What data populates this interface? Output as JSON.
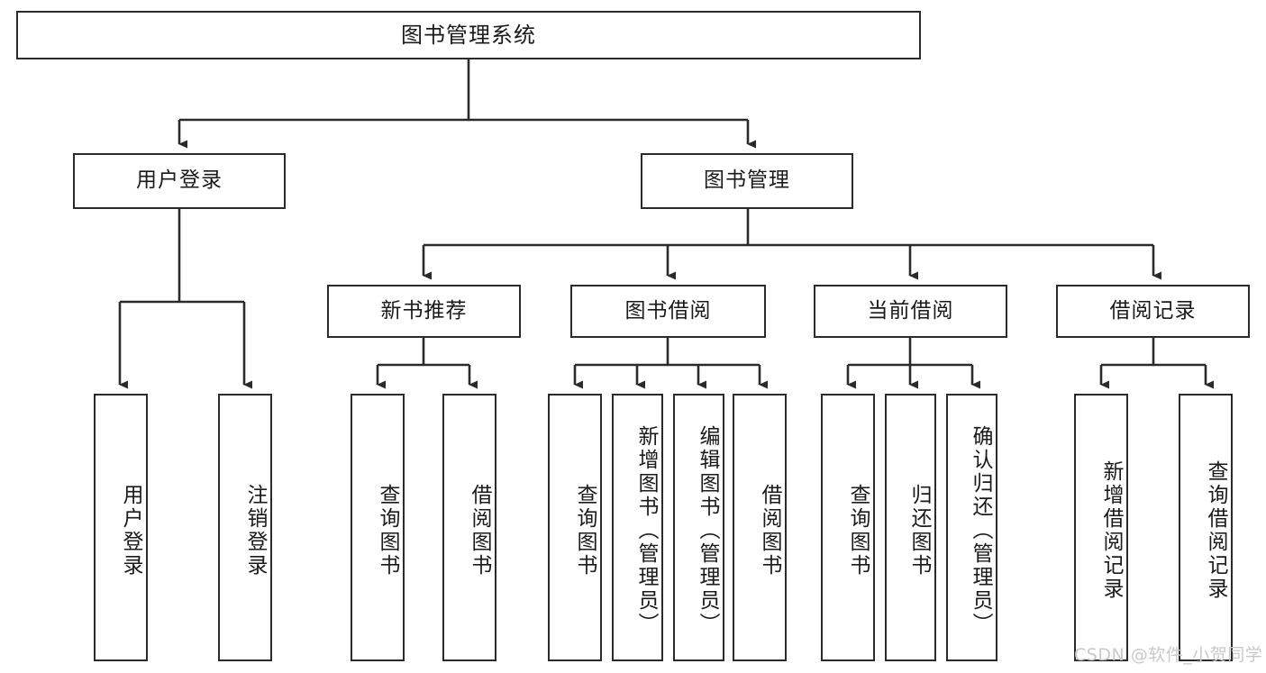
{
  "diagram": {
    "title": "图书管理系统",
    "type": "hierarchy-tree",
    "root": {
      "label": "图书管理系统"
    },
    "level2": [
      {
        "label": "用户登录"
      },
      {
        "label": "图书管理"
      }
    ],
    "level3": [
      {
        "label": "新书推荐"
      },
      {
        "label": "图书借阅"
      },
      {
        "label": "当前借阅"
      },
      {
        "label": "借阅记录"
      }
    ],
    "leaves": {
      "user_login": [
        {
          "label": "用户登录"
        },
        {
          "label": "注销登录"
        }
      ],
      "new_book_recommend": [
        {
          "label": "查询图书"
        },
        {
          "label": "借阅图书"
        }
      ],
      "book_borrow": [
        {
          "label": "查询图书"
        },
        {
          "label": "新增图书（管理员）"
        },
        {
          "label": "编辑图书（管理员）"
        },
        {
          "label": "借阅图书"
        }
      ],
      "current_borrow": [
        {
          "label": "查询图书"
        },
        {
          "label": "归还图书"
        },
        {
          "label": "确认归还（管理员）"
        }
      ],
      "borrow_record": [
        {
          "label": "新增借阅记录"
        },
        {
          "label": "查询借阅记录"
        }
      ]
    }
  },
  "watermark": {
    "text": "CSDN @软件_小贺同学"
  },
  "colors": {
    "stroke": "#2b2b2b",
    "background": "#ffffff",
    "text": "#1a1a1a",
    "watermark": "#c9c9c9"
  }
}
